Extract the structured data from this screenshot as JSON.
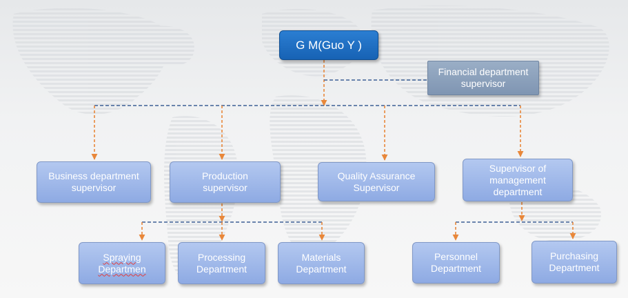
{
  "diagram": {
    "gm": "G M(Guo Y )",
    "financial": "Financial department supervisor",
    "business": "Business department supervisor",
    "production": "Production supervisor",
    "quality": "Quality Assurance Supervisor",
    "management": "Supervisor of management department",
    "spraying": "Spraying Departmen",
    "processing": "Processing Department",
    "materials": "Materials Department",
    "personnel": "Personnel Department",
    "purchasing": "Purchasing Department"
  },
  "colors": {
    "connector": "#3c5f95",
    "arrow": "#e8873a",
    "box": "#9db5ea",
    "gm": "#1f6fc4",
    "financial": "#8aa0bb"
  }
}
